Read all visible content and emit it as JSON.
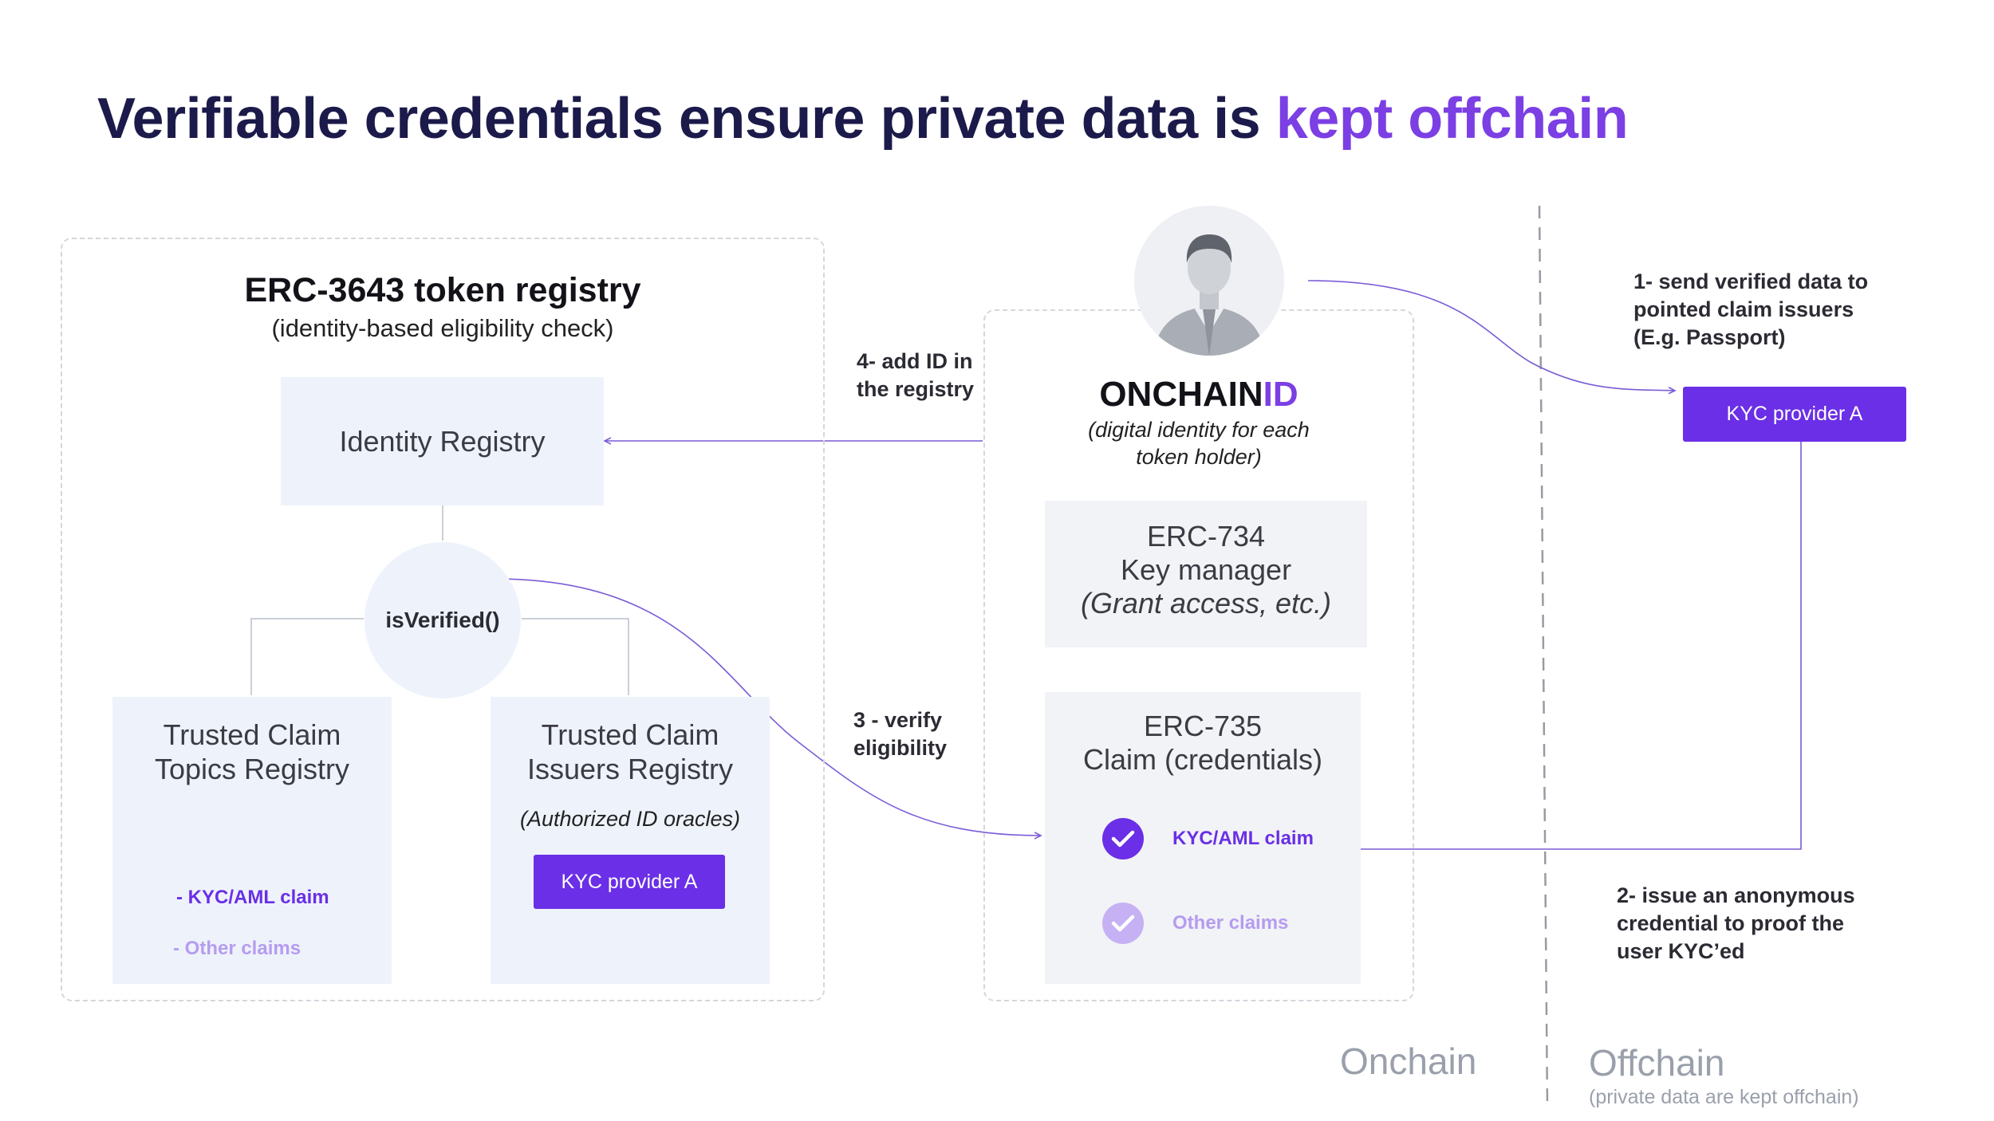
{
  "title": {
    "main": "Verifiable credentials ensure private data is",
    "accent": "kept offchain"
  },
  "registry": {
    "title": "ERC-3643 token registry",
    "subtitle": "(identity-based eligibility check)",
    "identity_registry": "Identity Registry",
    "is_verified": "isVerified()",
    "topics_registry": [
      "Trusted Claim",
      "Topics Registry"
    ],
    "topics_claim_1": "- KYC/AML claim",
    "topics_claim_2": "- Other claims",
    "issuers_registry": [
      "Trusted Claim",
      "Issuers Registry"
    ],
    "issuers_note": "(Authorized ID oracles)",
    "issuers_kyc_button": "KYC provider A"
  },
  "onchainid": {
    "name_main": "ONCHAIN",
    "name_accent": "ID",
    "description": [
      "(digital identity for each",
      "token holder)"
    ],
    "erc734": [
      "ERC-734",
      "Key manager",
      "(Grant access, etc.)"
    ],
    "erc735": [
      "ERC-735",
      "Claim (credentials)"
    ],
    "claim_kyc": "KYC/AML claim",
    "claim_other": "Other claims"
  },
  "steps": {
    "step1": [
      "1- send verified data to",
      "pointed claim issuers",
      "(E.g. Passport)"
    ],
    "step2": [
      "2- issue an anonymous",
      "credential to proof the",
      "user KYC’ed"
    ],
    "step3": [
      "3 - verify",
      "eligibility"
    ],
    "step4": [
      "4- add ID in",
      "the registry"
    ]
  },
  "offchain_kyc_button": "KYC provider A",
  "zones": {
    "onchain": "Onchain",
    "offchain": "Offchain",
    "offchain_note": "(private data are kept offchain)"
  },
  "colors": {
    "accent": "#7b3fe4",
    "button": "#6a2fe6",
    "title": "#1b1a4a",
    "panel_blue": "#eef3fb",
    "panel_grey": "#f2f3f6"
  }
}
